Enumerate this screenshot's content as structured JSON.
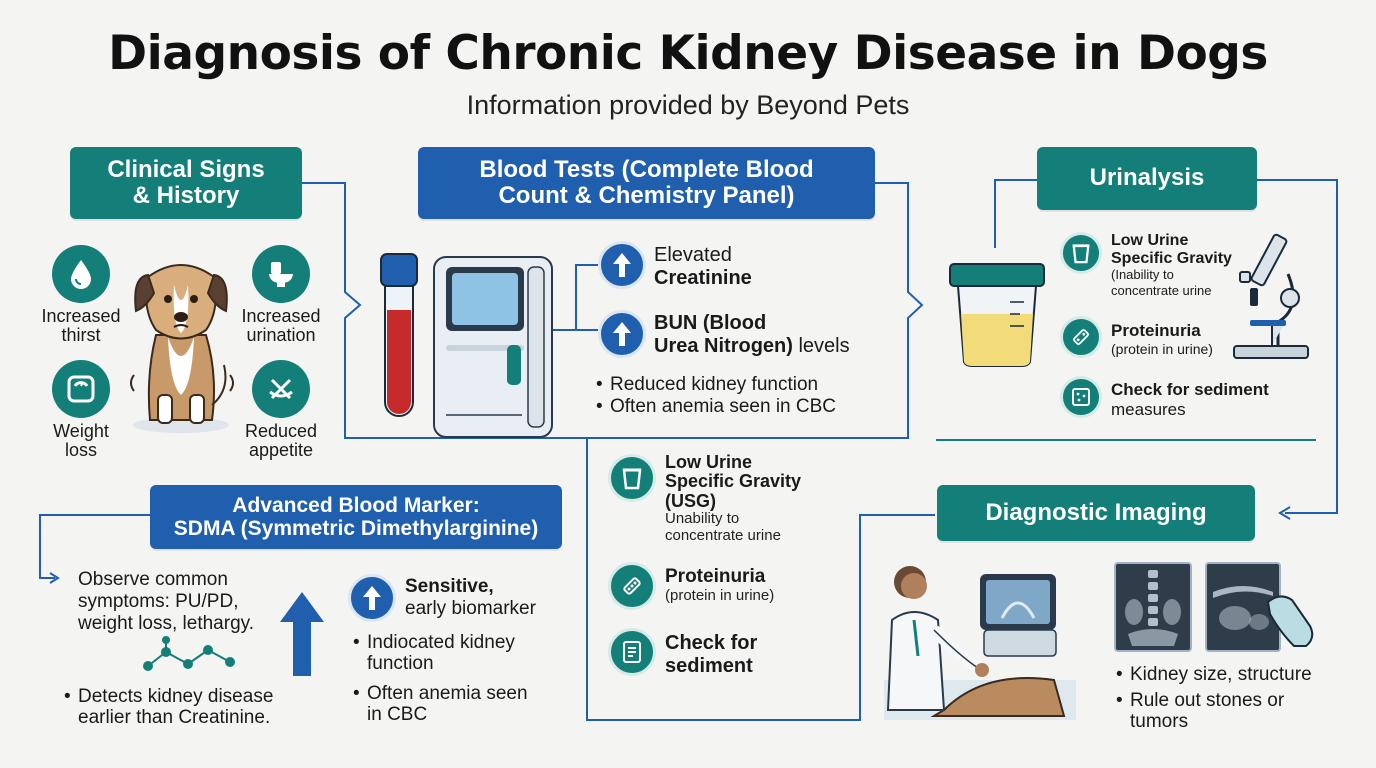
{
  "header": {
    "title": "Diagnosis of Chronic Kidney Disease in Dogs",
    "subtitle": "Information provided by Beyond Pets"
  },
  "clinical": {
    "title_line1": "Clinical Signs",
    "title_line2": "& History",
    "signs": [
      {
        "icon": "water-drop-icon",
        "line1": "Increased",
        "line2": "thirst"
      },
      {
        "icon": "toilet-icon",
        "line1": "Increased",
        "line2": "urination"
      },
      {
        "icon": "scale-icon",
        "line1": "Weight",
        "line2": "loss"
      },
      {
        "icon": "no-food-icon",
        "line1": "Reduced",
        "line2": "appetite"
      }
    ]
  },
  "blood": {
    "title_line1": "Blood Tests (Complete Blood",
    "title_line2": "Count & Chemistry Panel)",
    "creatinine_pre": "Elevated",
    "creatinine_bold": "Creatinine",
    "bun_bold1": "BUN (Blood",
    "bun_bold2": "Urea Nitrogen)",
    "bun_suffix": " levels",
    "bullets": [
      "Reduced kidney function",
      "Often anemia seen in CBC"
    ]
  },
  "center_urine": {
    "usg_l1": "Low Urine",
    "usg_l2": "Specific Gravity",
    "usg_l3": "(USG)",
    "usg_desc1": "Unability to",
    "usg_desc2": "concentrate urine",
    "prot_title": "Proteinuria",
    "prot_desc": "(protein in urine)",
    "sed_l1": "Check for",
    "sed_l2": "sediment"
  },
  "urinalysis": {
    "title": "Urinalysis",
    "usg_l1": "Low Urine",
    "usg_l2": "Specific Gravity",
    "usg_desc1": "(Inability to",
    "usg_desc2": "concentrate urine",
    "prot_title": "Proteinuria",
    "prot_desc": "(protein in urine)",
    "sed_l1": "Check for sediment",
    "sed_l2": "measures"
  },
  "sdma": {
    "title_line1": "Advanced Blood Marker:",
    "title_line2": "SDMA (Symmetric Dimethylarginine)",
    "observe_l1": "Observe common",
    "observe_l2": "symptoms: PU/PD,",
    "observe_l3": "weight loss, lethargy.",
    "detect_l1": "Detects kidney disease",
    "detect_l2": "earlier than Creatinine.",
    "sens_l1": "Sensitive,",
    "sens_l2": "early biomarker",
    "b1_l1": "Indiocated kidney",
    "b1_l2": "function",
    "b2_l1": "Often anemia seen",
    "b2_l2": "in CBC"
  },
  "imaging": {
    "title": "Diagnostic Imaging",
    "b1": "Kidney size, structure",
    "b2_l1": "Rule out stones or",
    "b2_l2": "tumors"
  },
  "colors": {
    "teal": "#137f78",
    "blue": "#1f5fae",
    "background": "#f4f5f3"
  }
}
